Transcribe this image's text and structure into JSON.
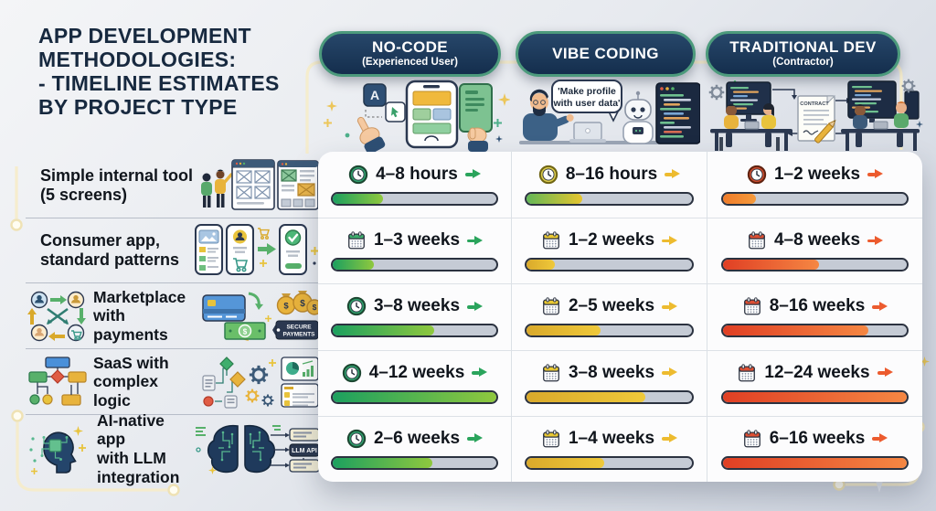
{
  "page": {
    "title_lines": "APP DEVELOPMENT\nMETHODOLOGIES:\n- TIMELINE ESTIMATES\nBY PROJECT TYPE"
  },
  "columns": [
    {
      "label": "NO-CODE",
      "sublabel": "(Experienced User)"
    },
    {
      "label": "VIBE CODING",
      "sublabel": ""
    },
    {
      "label": "TRADITIONAL DEV",
      "sublabel": "(Contractor)"
    }
  ],
  "rows": [
    {
      "label": "Simple internal tool\n(5 screens)",
      "cells": [
        {
          "icon": "clock-icon",
          "tone": "green",
          "time": "4–8 hours",
          "pct": 31
        },
        {
          "icon": "clock-icon",
          "tone": "yellow",
          "time": "8–16 hours",
          "pct": 34
        },
        {
          "icon": "clock-icon",
          "tone": "red",
          "time": "1–2 weeks",
          "pct": 18
        }
      ]
    },
    {
      "label": "Consumer app,\nstandard patterns",
      "cells": [
        {
          "icon": "calendar-icon",
          "tone": "green",
          "time": "1–3 weeks",
          "pct": 25
        },
        {
          "icon": "calendar-icon",
          "tone": "yellow",
          "time": "1–2 weeks",
          "pct": 17
        },
        {
          "icon": "calendar-icon",
          "tone": "red",
          "time": "4–8 weeks",
          "pct": 52
        }
      ]
    },
    {
      "label": "Marketplace\nwith payments",
      "cells": [
        {
          "icon": "clock-icon",
          "tone": "green",
          "time": "3–8 weeks",
          "pct": 62
        },
        {
          "icon": "calendar-icon",
          "tone": "yellow",
          "time": "2–5 weeks",
          "pct": 45
        },
        {
          "icon": "calendar-icon",
          "tone": "red",
          "time": "8–16 weeks",
          "pct": 79
        }
      ]
    },
    {
      "label": "SaaS with\ncomplex logic",
      "cells": [
        {
          "icon": "clock-icon",
          "tone": "green",
          "time": "4–12 weeks",
          "pct": 100
        },
        {
          "icon": "calendar-icon",
          "tone": "yellow",
          "time": "3–8 weeks",
          "pct": 72
        },
        {
          "icon": "calendar-icon",
          "tone": "red",
          "time": "12–24 weeks",
          "pct": 100
        }
      ]
    },
    {
      "label": "AI-native app\nwith LLM\nintegration",
      "cells": [
        {
          "icon": "clock-icon",
          "tone": "green",
          "time": "2–6 weeks",
          "pct": 61
        },
        {
          "icon": "calendar-icon",
          "tone": "yellow",
          "time": "1–4 weeks",
          "pct": 47
        },
        {
          "icon": "calendar-icon",
          "tone": "red",
          "time": "6–16 weeks",
          "pct": 100
        }
      ]
    }
  ],
  "illustrations": {
    "no_code": {
      "app_tile_letter": "A"
    },
    "vibe": {
      "speech_line1": "'Make profile",
      "speech_line2": "with user data'"
    },
    "traditional": {
      "contract_label": "CONTRACT"
    },
    "marketplace": {
      "tag_line1": "SECURE",
      "tag_line2": "PAYMENTS",
      "dollar": "$"
    },
    "ai_native": {
      "api_label": "LLM API"
    }
  },
  "colors": {
    "title": "#17293f",
    "pill_bg": "#1b3a5c",
    "pill_border": "#4c9a7c",
    "bar_track": "#c5cbd5",
    "bar_border": "#2b3240",
    "green_fill_start": "#1ca05f",
    "green_fill_end": "#8fc83e",
    "yellow_fill": "#e3b62f",
    "orange_fill": "#f0861f",
    "red_fill_start": "#e03f24",
    "red_fill_end": "#f58743",
    "arrow_green": "#2aa45c",
    "arrow_yellow": "#edbb2f",
    "arrow_orange": "#ec5b2e",
    "decor_line": "#f5ecca"
  },
  "chart_data": {
    "type": "table",
    "title": "App Development Methodologies: Timeline Estimates by Project Type",
    "columns": [
      "No-Code (Experienced User)",
      "Vibe Coding",
      "Traditional Dev (Contractor)"
    ],
    "rows": [
      "Simple internal tool (5 screens)",
      "Consumer app, standard patterns",
      "Marketplace with payments",
      "SaaS with complex logic",
      "AI-native app with LLM integration"
    ],
    "values": [
      [
        "4–8 hours",
        "8–16 hours",
        "1–2 weeks"
      ],
      [
        "1–3 weeks",
        "1–2 weeks",
        "4–8 weeks"
      ],
      [
        "3–8 weeks",
        "2–5 weeks",
        "8–16 weeks"
      ],
      [
        "4–12 weeks",
        "3–8 weeks",
        "12–24 weeks"
      ],
      [
        "2–6 weeks",
        "1–4 weeks",
        "6–16 weeks"
      ]
    ],
    "bar_fill_percent": [
      [
        31,
        34,
        18
      ],
      [
        25,
        17,
        52
      ],
      [
        62,
        45,
        79
      ],
      [
        100,
        72,
        100
      ],
      [
        61,
        47,
        100
      ]
    ],
    "legend_position": "none",
    "grid": "table-lines"
  }
}
